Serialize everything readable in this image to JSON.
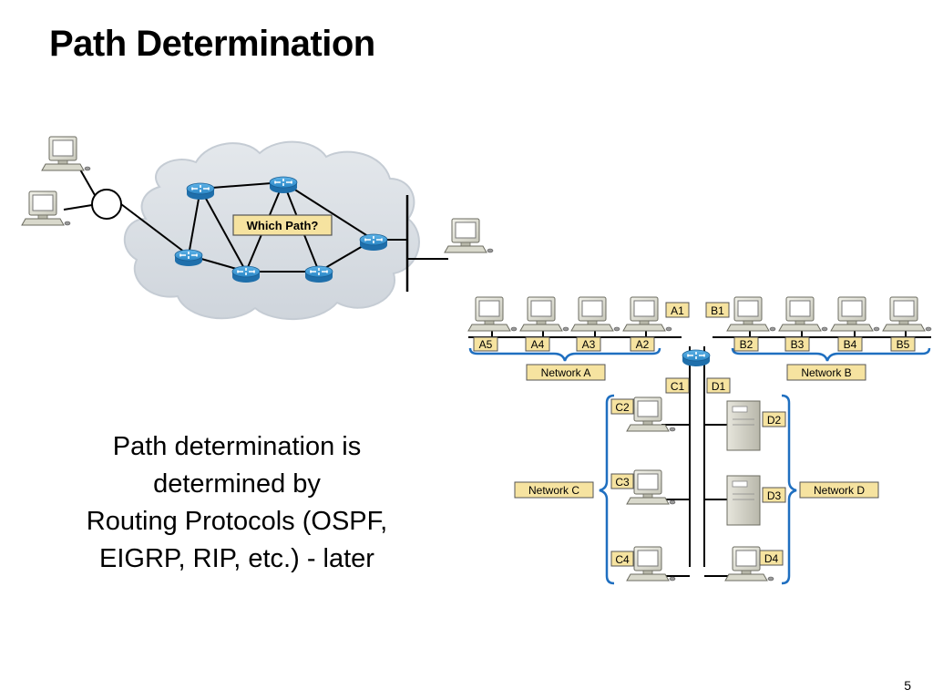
{
  "slide": {
    "title": "Path Determination",
    "body_lines": [
      "Path determination is",
      "determined by",
      "Routing Protocols (OSPF,",
      "EIGRP, RIP, etc.) - later"
    ],
    "page_number": "5"
  },
  "cloud_diagram": {
    "callout": "Which Path?"
  },
  "network_diagram": {
    "ports": {
      "a1": "A1",
      "b1": "B1",
      "c1": "C1",
      "d1": "D1"
    },
    "hosts": {
      "a5": "A5",
      "a4": "A4",
      "a3": "A3",
      "a2": "A2",
      "b2": "B2",
      "b3": "B3",
      "b4": "B4",
      "b5": "B5",
      "c2": "C2",
      "c3": "C3",
      "c4": "C4",
      "d2": "D2",
      "d3": "D3",
      "d4": "D4"
    },
    "networks": {
      "a": "Network A",
      "b": "Network B",
      "c": "Network C",
      "d": "Network D"
    }
  },
  "colors": {
    "cloud_fill": "#d8dde3",
    "label_fill": "#f6e3a0",
    "router_blue": "#1a6fb0",
    "bracket_blue": "#1f6fc0"
  }
}
